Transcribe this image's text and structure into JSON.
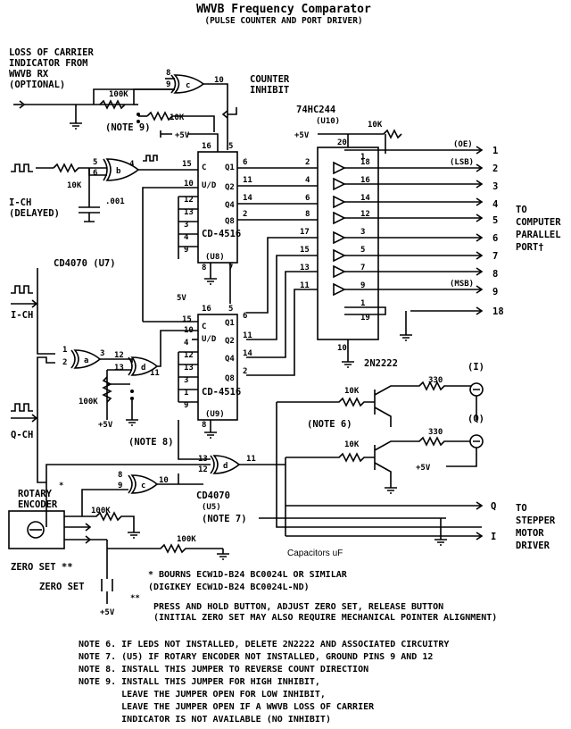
{
  "title": "WWVB Frequency Comparator",
  "subtitle": "(PULSE COUNTER AND PORT DRIVER)",
  "loss_of_carrier": [
    "LOSS OF CARRIER",
    "INDICATOR FROM",
    "WWVB RX",
    "(OPTIONAL)"
  ],
  "counter_inhibit": [
    "COUNTER",
    "INHIBIT"
  ],
  "note9_ref": "(NOTE 9)",
  "note8_ref": "(NOTE 8)",
  "note6_ref": "(NOTE 6)",
  "note7_ref": "(NOTE 7)",
  "ich_delayed": [
    "I-CH",
    "(DELAYED)"
  ],
  "ich": "I-CH",
  "qch": "Q-CH",
  "cd4070_u7": "CD4070 (U7)",
  "cd4070_u5": [
    "CD4070",
    "(U5)"
  ],
  "buffer_chip": [
    "74HC244",
    "(U10)"
  ],
  "counter_chip": "CD-4516",
  "u8": "(U8)",
  "u9": "(U9)",
  "transistor": "2N2222",
  "led_i": "(I)",
  "led_q": "(Q)",
  "to_computer": [
    "TO",
    "COMPUTER",
    "PARALLEL",
    "PORT†"
  ],
  "to_stepper": [
    "TO",
    "STEPPER",
    "MOTOR",
    "DRIVER"
  ],
  "rotary_encoder": [
    "ROTARY",
    "ENCODER"
  ],
  "zero_set_star": "ZERO SET  **",
  "zero_set": "ZERO SET",
  "capacitors": "Capacitors uF",
  "plus5v": "+5V",
  "five_v": "5V",
  "res": {
    "r100k": "100K",
    "r10k": "10K",
    "r330": "330",
    "cap": ".001"
  },
  "port_signals": [
    {
      "name": "(OE)",
      "pin": "1"
    },
    {
      "name": "(LSB)",
      "pin": "2"
    },
    {
      "name": "",
      "pin": "3"
    },
    {
      "name": "",
      "pin": "4"
    },
    {
      "name": "",
      "pin": "5"
    },
    {
      "name": "",
      "pin": "6"
    },
    {
      "name": "",
      "pin": "7"
    },
    {
      "name": "",
      "pin": "8"
    },
    {
      "name": "(MSB)",
      "pin": "9"
    },
    {
      "name": "",
      "pin": "18"
    }
  ],
  "motor_outputs": [
    "Q",
    "I"
  ],
  "star_notes": [
    "*  BOURNS ECW1D-B24 BC0024L OR SIMILAR",
    "   (DIGIKEY ECW1D-B24 BC0024L-ND)",
    "PRESS AND HOLD BUTTON, ADJUST ZERO SET, RELEASE BUTTON",
    "(INITIAL ZERO SET MAY ALSO REQUIRE MECHANICAL POINTER ALIGNMENT)"
  ],
  "notes": [
    "NOTE 6. IF LEDS NOT INSTALLED, DELETE 2N2222 AND ASSOCIATED CIRCUITRY",
    "NOTE 7. (U5) IF ROTARY ENCODER NOT INSTALLED, GROUND PINS 9 AND 12",
    "NOTE 8. INSTALL THIS JUMPER TO REVERSE COUNT DIRECTION",
    "NOTE 9. INSTALL THIS JUMPER FOR HIGH INHIBIT,",
    "        LEAVE THE JUMPER OPEN FOR LOW INHIBIT,",
    "        LEAVE THE JUMPER OPEN IF A WWVB LOSS OF CARRIER",
    "        INDICATOR IS NOT AVAILABLE (NO INHIBIT)"
  ]
}
